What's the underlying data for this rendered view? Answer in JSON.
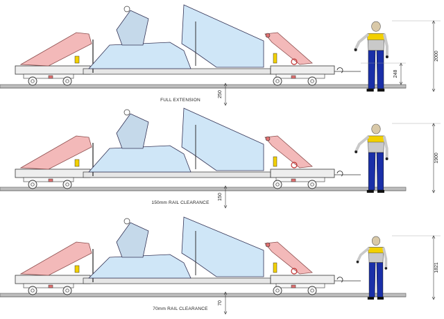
{
  "panels": [
    {
      "caption": "FULL EXTENSION",
      "rail_dim": "250",
      "person_dim": "2000",
      "small_dim": "248"
    },
    {
      "caption": "150mm RAIL CLEARANCE",
      "rail_dim": "150",
      "person_dim": "1900",
      "small_dim": ""
    },
    {
      "caption": "70mm RAIL CLEARANCE",
      "rail_dim": "70",
      "person_dim": "1821",
      "small_dim": ""
    }
  ],
  "colors": {
    "arm": "#f3b9b9",
    "body": "#cfe6f7",
    "frame": "#eeeeee",
    "rail": "#777777",
    "person_jacket": "#f2d000",
    "person_pants": "#1a2fa8",
    "person_shirt": "#c9c9c9"
  }
}
